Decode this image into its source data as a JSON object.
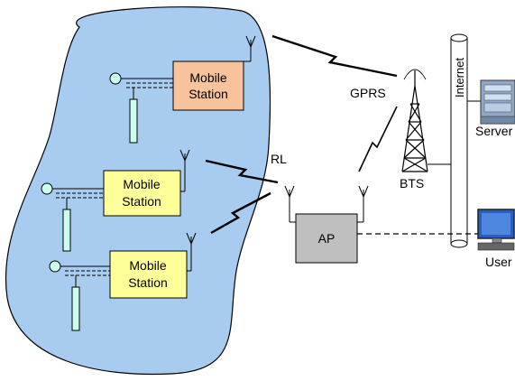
{
  "stations": [
    {
      "line1": "Mobile",
      "line2": "Station",
      "fill": "#f7c39a"
    },
    {
      "line1": "Mobile",
      "line2": "Station",
      "fill": "#ffff99"
    },
    {
      "line1": "Mobile",
      "line2": "Station",
      "fill": "#ffff99"
    }
  ],
  "labels": {
    "rl": "RL",
    "gprs": "GPRS",
    "bts": "BTS",
    "ap": "AP",
    "internet": "Internet",
    "server": "Server",
    "user": "User"
  },
  "colors": {
    "area": "#a7ccf0",
    "ap_box": "#bfbfbf",
    "orange_box": "#f7c39a",
    "yellow_box": "#ffff99",
    "sensor": "#ccffee"
  }
}
